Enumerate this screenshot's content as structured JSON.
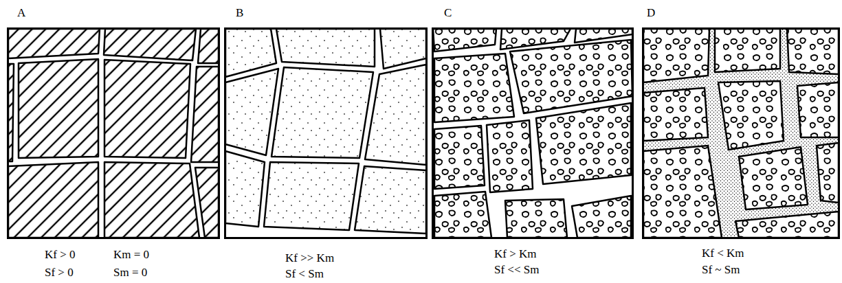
{
  "diagram": {
    "nodes": [
      {
        "text": [
          "A",
          "Kf > 0",
          "Km = 0",
          "Sf > 0",
          "Sm = 0"
        ]
      },
      {
        "text": [
          "B",
          "Kf >> Km",
          "Sf < Sm"
        ]
      },
      {
        "text": [
          "C",
          "Kf > Km",
          "Sf << Sm"
        ]
      },
      {
        "text": [
          "D",
          "Kf < Km",
          "Sf ~ Sm"
        ]
      }
    ]
  }
}
